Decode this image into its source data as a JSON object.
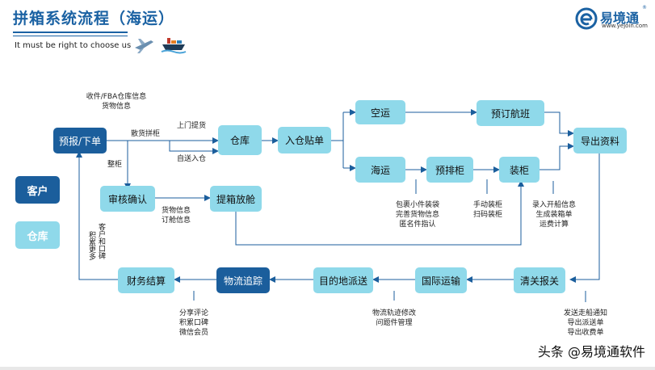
{
  "header": {
    "title": "拼箱系统流程（海运）",
    "subtitle": "It must be right to choose us"
  },
  "logo": {
    "name": "易境通",
    "url": "www.yejoin.com"
  },
  "legend": {
    "customer": "客户",
    "warehouse": "仓库"
  },
  "nodes": {
    "forecast": "预报/下单",
    "warehouse": "仓库",
    "inbound_label": "入仓贴单",
    "air": "空运",
    "book_flight": "预订航班",
    "export_docs": "导出资料",
    "sea": "海运",
    "pre_cabinet": "预排柜",
    "loading": "装柜",
    "audit": "审核确认",
    "pickup_release": "提箱放舱",
    "customs": "清关报关",
    "intl_transport": "国际运输",
    "dest_delivery": "目的地派送",
    "tracking": "物流追踪",
    "settlement": "财务结算"
  },
  "notes": {
    "receipt_info": [
      "收件/FBA仓库信息",
      "货物信息"
    ],
    "lcl": "散货拼柜",
    "door_pickup": "上门提货",
    "self_delivery": "自送入仓",
    "fcl": "整柜",
    "cargo_info": [
      "货物信息",
      "订舱信息"
    ],
    "package": [
      "包裹小件装袋",
      "完善货物信息",
      "匿名件指认"
    ],
    "manual_loading": [
      "手动装柜",
      "扫码装柜"
    ],
    "sailing_info": [
      "录入开船信息",
      "生成装箱单",
      "运费计算"
    ],
    "notifications": [
      "发送走船通知",
      "导出派送单",
      "导出收费单"
    ],
    "track_edit": [
      "物流轨迹修改",
      "问题件管理"
    ],
    "reviews": [
      "分享评论",
      "积累口碑",
      "微信会员"
    ],
    "reputation_col1": "客户和口碑",
    "reputation_col2": "积累更多"
  },
  "watermark": "头条 @易境通软件",
  "colors": {
    "light_node": "#8fd9ea",
    "dark_node": "#1b5e9c",
    "title_blue": "#1b62a3",
    "arrow": "#1b5e9c"
  },
  "icons": [
    "plane-icon",
    "ship-icon",
    "logo-icon"
  ]
}
